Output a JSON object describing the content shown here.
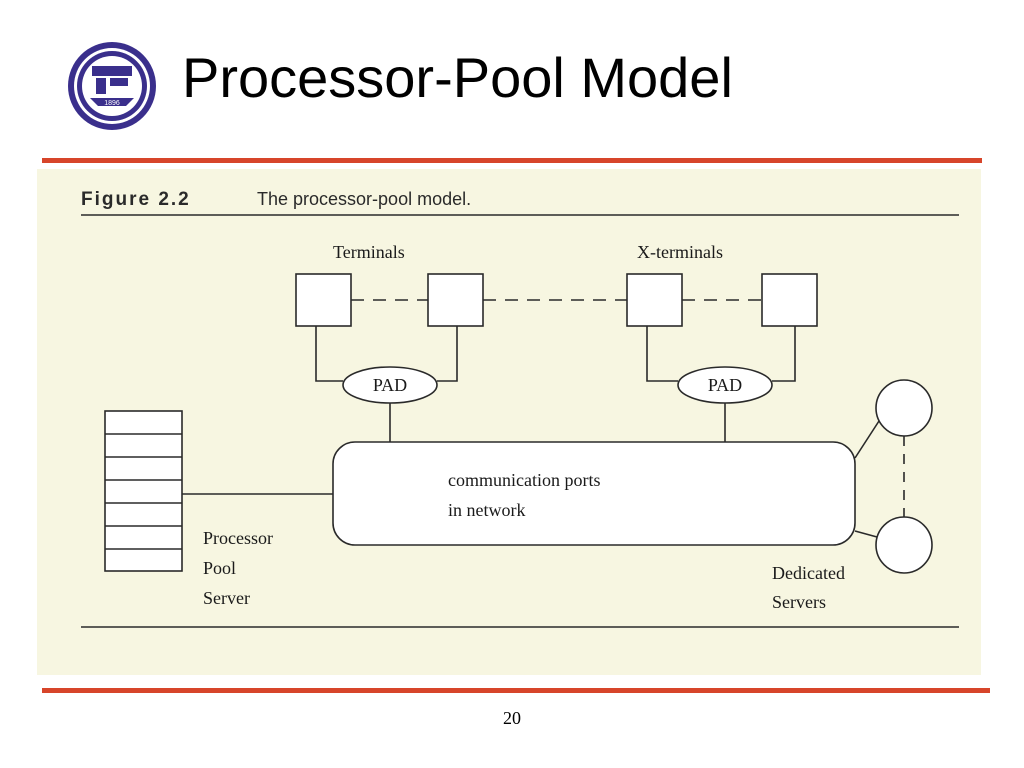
{
  "slide": {
    "title": "Processor-Pool Model",
    "page_number": "20"
  },
  "logo": {
    "icon": "university-seal-logo",
    "seal_year": "1896"
  },
  "figure": {
    "caption_label": "Figure 2.2",
    "caption_text": "The processor-pool model.",
    "terminals_label": "Terminals",
    "x_terminals_label": "X-terminals",
    "pad_left_label": "PAD",
    "pad_right_label": "PAD",
    "network_line1": "communication ports",
    "network_line2": "in network",
    "pool_line1": "Processor",
    "pool_line2": "Pool",
    "pool_line3": "Server",
    "dedicated_line1": "Dedicated",
    "dedicated_line2": "Servers"
  },
  "colors": {
    "rule": "#d7452a",
    "figure_background": "#f7f6e1",
    "logo": "#3a2f8c"
  }
}
